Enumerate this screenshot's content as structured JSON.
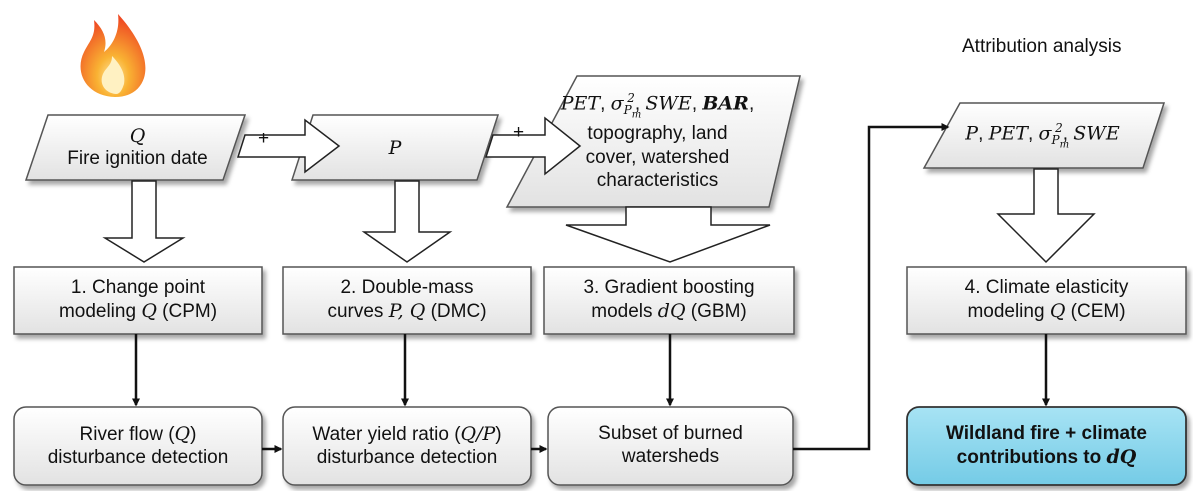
{
  "header": {
    "title": "Attribution analysis"
  },
  "inputs": {
    "q_fire": {
      "q": "Q",
      "fire": "Fire ignition date"
    },
    "p": {
      "p": "P"
    },
    "predictors": {
      "math_pet": "PET",
      "math_sigma": "σ",
      "math_sigma_sup": "2",
      "math_sigma_sub": "P",
      "math_sigma_subsub": "m",
      "math_swe": "SWE",
      "bar": "BAR",
      "line1_rest": "topography, land",
      "line2": "cover, watershed",
      "line3": "characteristics"
    },
    "climate": {
      "p": "P",
      "pet": "PET",
      "sigma": "σ",
      "sigma_sup": "2",
      "sigma_sub": "P",
      "sigma_subsub": "m",
      "swe": "SWE"
    }
  },
  "plus_signs": [
    "+",
    "+"
  ],
  "models": [
    {
      "line1": "1. Change point",
      "line2_pre": "modeling ",
      "math": "Q",
      "line2_post": " (CPM)"
    },
    {
      "line1": "2. Double-mass",
      "line2_pre": "curves ",
      "math": "P, Q",
      "line2_post": " (DMC)"
    },
    {
      "line1": "3. Gradient boosting",
      "line2_pre": "models ",
      "math": "dQ",
      "line2_post": " (GBM)"
    },
    {
      "line1": "4. Climate elasticity",
      "line2_pre": "modeling ",
      "math": "Q",
      "line2_post": " (CEM)"
    }
  ],
  "outputs": [
    {
      "line1_pre": "River flow (",
      "math": "Q",
      "line1_post": ")",
      "line2": "disturbance detection"
    },
    {
      "line1_pre": "Water yield ratio (",
      "math": "Q/P",
      "line1_post": ")",
      "line2": "disturbance detection"
    },
    {
      "line1": "Subset of burned",
      "line2": "watersheds"
    },
    {
      "line1": "Wildland fire + climate",
      "line2_pre": "contributions to ",
      "math": "dQ"
    }
  ],
  "colors": {
    "box_fill": "#f0f0f0",
    "box_stroke": "#555555",
    "highlight_fill": "#8fd8ee",
    "arrow": "#111111",
    "flame_outer": "#f3642a",
    "flame_inner": "#f9b233"
  }
}
